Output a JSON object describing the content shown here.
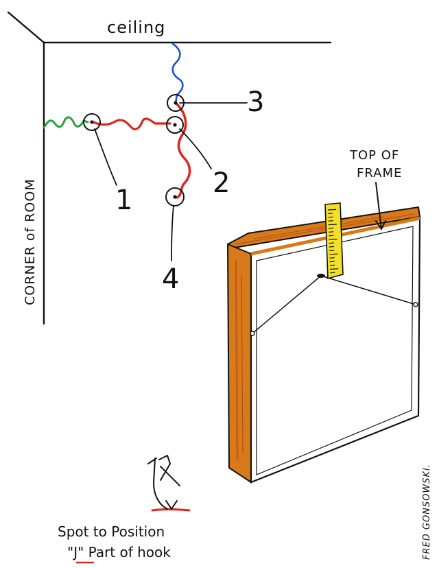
{
  "labels": {
    "ceiling": "ceiling",
    "corner": "CORNER of ROOM",
    "point_1": "1",
    "point_2": "2",
    "point_3": "3",
    "point_4": "4",
    "top_of_frame_line1": "TOP OF",
    "top_of_frame_line2": "FRAME",
    "spot_line1": "Spot to Position",
    "spot_line2": "\"J\" Part of hook",
    "signature": "FRED GONSOWSKI."
  },
  "colors": {
    "ink": "#111111",
    "green": "#22a33a",
    "red": "#e0241c",
    "blue": "#1f4fd6",
    "frame_wood": "#d97a1a",
    "frame_wood_dark": "#b5561a",
    "tape_yellow": "#f2df2a"
  },
  "icons": {
    "hook": "picture-hook-icon"
  }
}
